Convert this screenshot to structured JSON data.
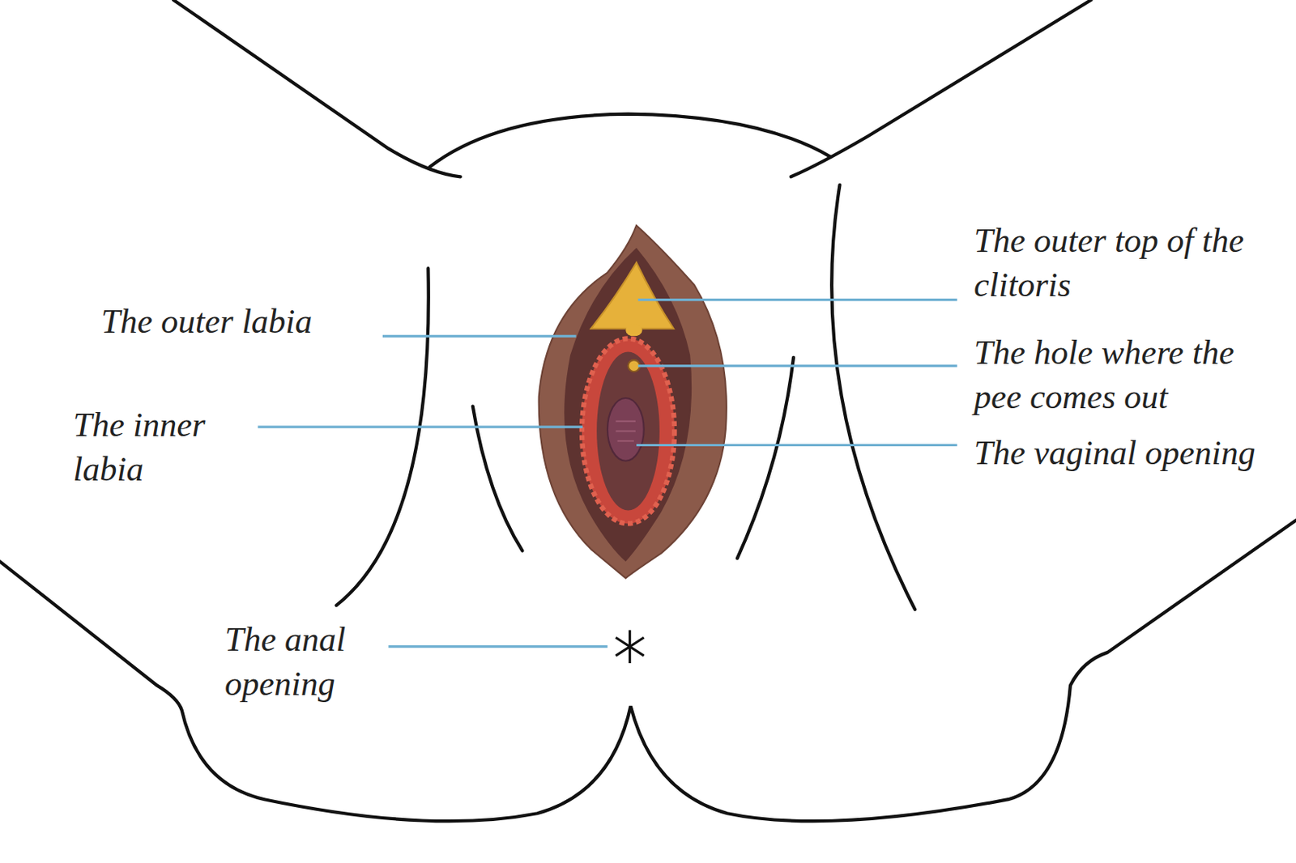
{
  "diagram": {
    "labels": [
      "The outer top of the clitoris",
      "The outer labia",
      "The hole where the pee comes out",
      "The inner labia",
      "The vaginal opening",
      "The anal opening"
    ]
  }
}
